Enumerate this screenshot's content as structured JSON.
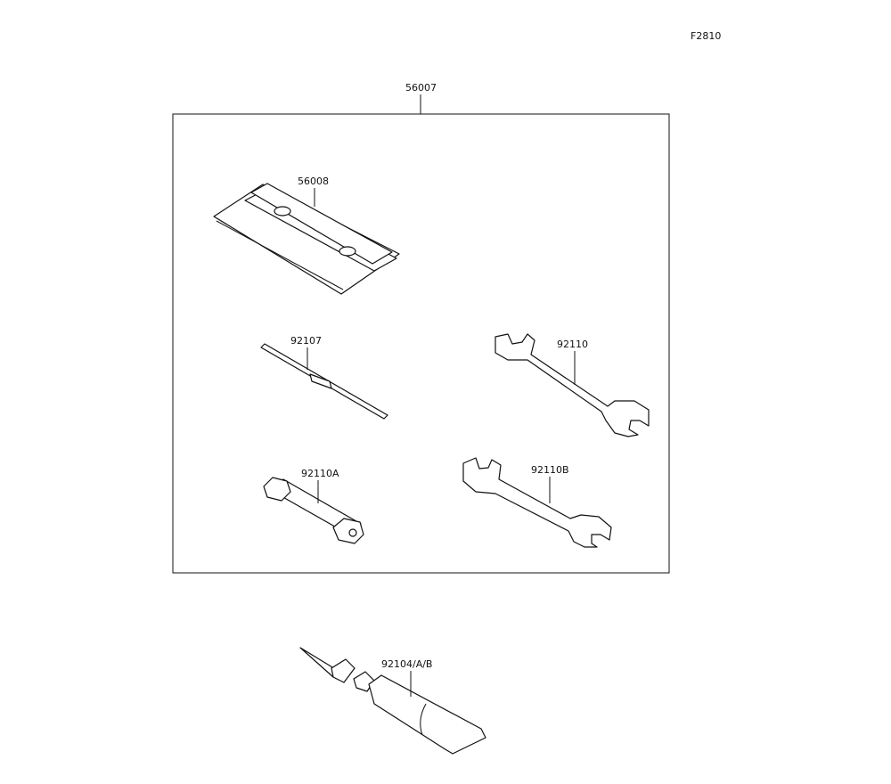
{
  "figure_id": "F2810",
  "parts": {
    "kit": "56007",
    "case": "56008",
    "screwdriver": "92107",
    "wrench_large": "92110",
    "box_wrench": "92110A",
    "wrench_small": "92110B",
    "grease": "92104/A/B"
  }
}
